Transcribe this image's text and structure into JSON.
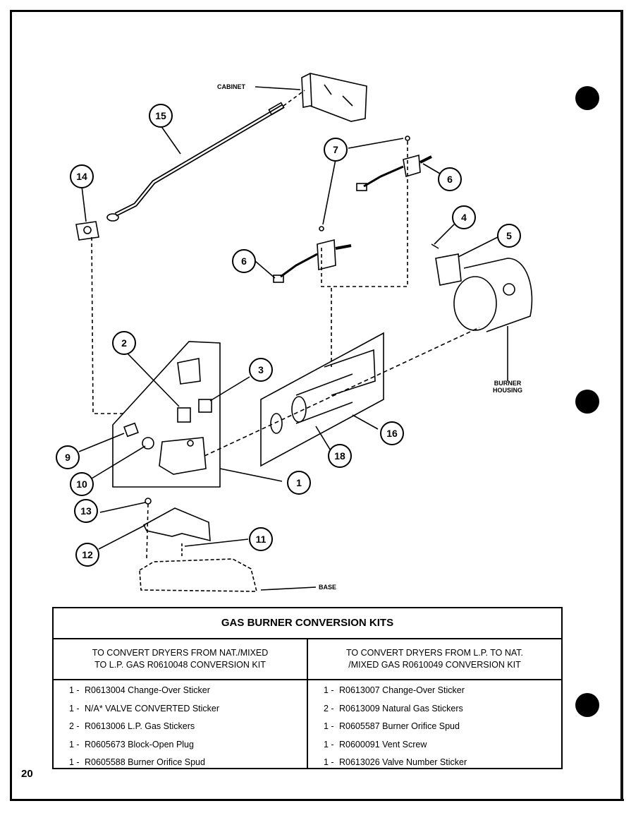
{
  "diagram": {
    "callouts": [
      "1",
      "2",
      "3",
      "4",
      "5",
      "6",
      "6",
      "7",
      "9",
      "10",
      "11",
      "12",
      "13",
      "14",
      "15",
      "16",
      "18"
    ],
    "labels": {
      "cabinet": "CABINET",
      "burner_housing_line1": "BURNER",
      "burner_housing_line2": "HOUSING",
      "base": "BASE"
    }
  },
  "kits_table": {
    "title": "GAS BURNER CONVERSION KITS",
    "left": {
      "heading_line1": "TO CONVERT DRYERS FROM  NAT./MIXED",
      "heading_line2": "TO L.P.  GAS R0610048 CONVERSION KIT",
      "items": [
        {
          "qty": "1 -",
          "desc": "R0613004  Change-Over Sticker"
        },
        {
          "qty": "1 -",
          "desc": "N/A* VALVE CONVERTED Sticker"
        },
        {
          "qty": "2 -",
          "desc": "R0613006  L.P. Gas Stickers"
        },
        {
          "qty": "1 -",
          "desc": "R0605673  Block-Open Plug"
        },
        {
          "qty": "1 -",
          "desc": "R0605588 Burner Orifice Spud"
        }
      ]
    },
    "right": {
      "heading_line1": "TO CONVERT DRYERS FROM L.P. TO NAT.",
      "heading_line2": "/MIXED GAS R0610049 CONVERSION KIT",
      "items": [
        {
          "qty": "1 -",
          "desc": "R0613007 Change-Over Sticker"
        },
        {
          "qty": "2 -",
          "desc": "R0613009 Natural Gas Stickers"
        },
        {
          "qty": "1 -",
          "desc": "R0605587 Burner Orifice Spud"
        },
        {
          "qty": "1 -",
          "desc": "R0600091 Vent Screw"
        },
        {
          "qty": "1 -",
          "desc": "R0613026 Valve Number Sticker"
        }
      ]
    }
  },
  "page_number": "20"
}
